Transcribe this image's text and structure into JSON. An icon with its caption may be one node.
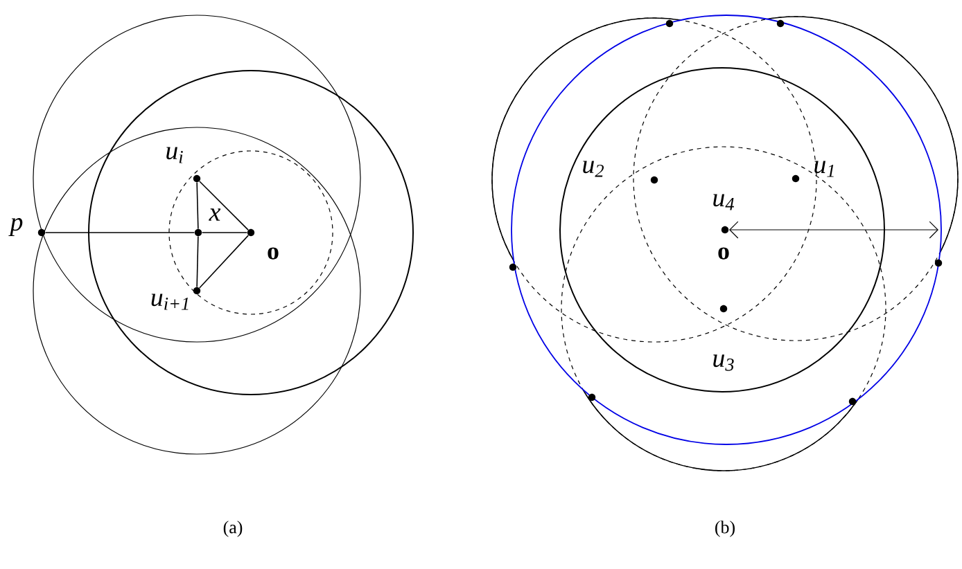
{
  "diagram": {
    "nodes": [
      {
        "text": [
          "p"
        ]
      },
      {
        "text": [
          "u$_{i}$"
        ]
      },
      {
        "text": [
          "x"
        ]
      },
      {
        "text": [
          "o"
        ]
      },
      {
        "text": [
          "u$_{i+1}$"
        ]
      }
    ],
    "edges": [
      {
        "from": 0,
        "to": 2,
        "arrow": "none"
      },
      {
        "from": 2,
        "to": 3,
        "arrow": "none"
      },
      {
        "from": 1,
        "to": 2,
        "arrow": "none"
      },
      {
        "from": 2,
        "to": 4,
        "arrow": "none"
      },
      {
        "from": 1,
        "to": 3,
        "arrow": "none"
      },
      {
        "from": 4,
        "to": 3,
        "arrow": "none"
      }
    ],
    "labels": [
      "u$_{2}$",
      "u$_{1}$",
      "u$_{4}$",
      "o",
      "u$_{3}$",
      "(a)",
      "(b)"
    ]
  }
}
